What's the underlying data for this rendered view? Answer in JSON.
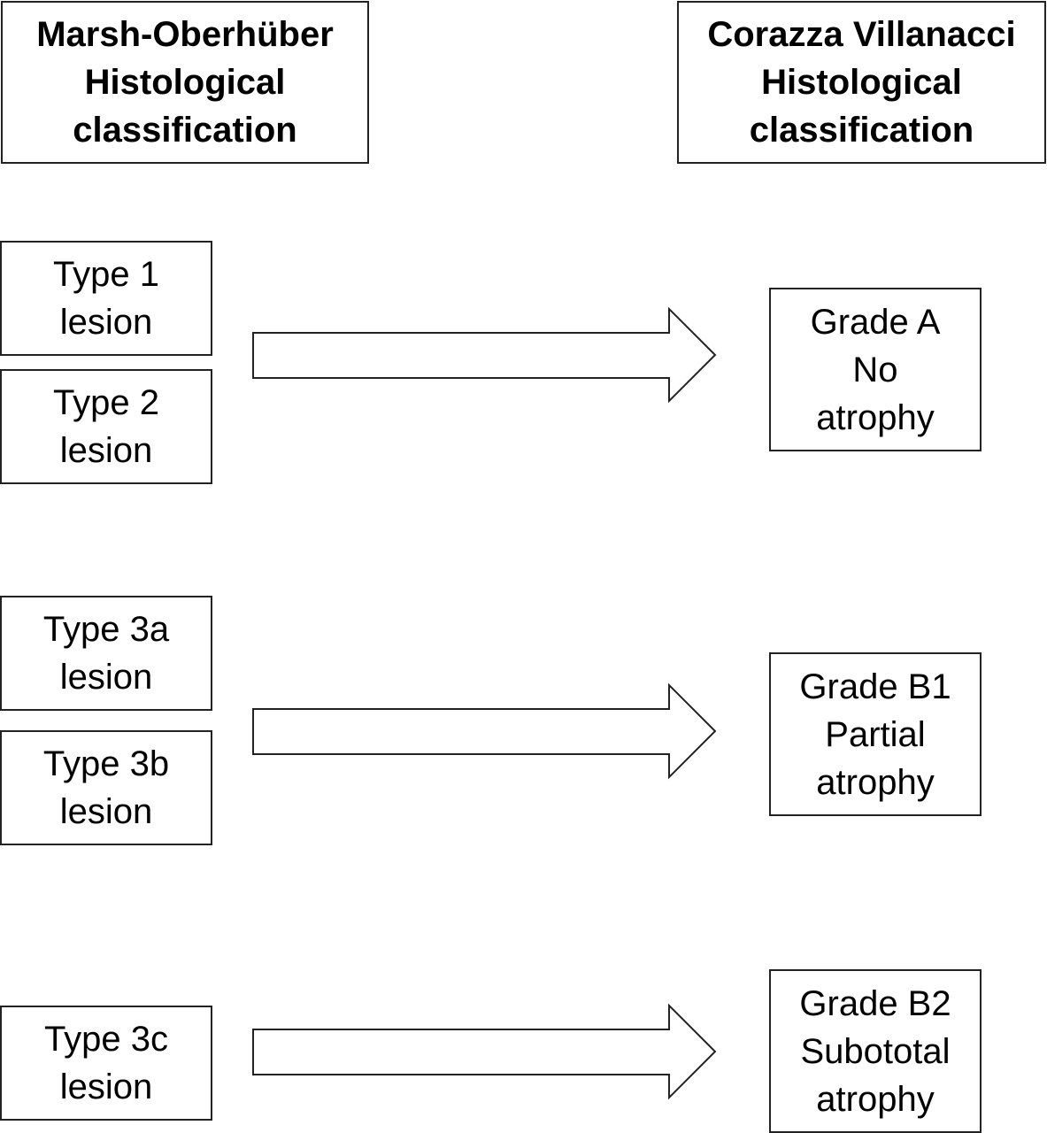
{
  "headers": {
    "left": [
      "Marsh-Oberhüber",
      "Histological",
      "classification"
    ],
    "right": [
      "Corazza Villanacci",
      "Histological",
      "classification"
    ]
  },
  "marsh_types": {
    "type1": [
      "Type 1",
      "lesion"
    ],
    "type2": [
      "Type 2",
      "lesion"
    ],
    "type3a": [
      "Type 3a",
      "lesion"
    ],
    "type3b": [
      "Type 3b",
      "lesion"
    ],
    "type3c": [
      "Type 3c",
      "lesion"
    ]
  },
  "corazza_grades": {
    "gradeA": [
      "Grade A",
      "No",
      "atrophy"
    ],
    "gradeB1": [
      "Grade B1",
      "Partial",
      "atrophy"
    ],
    "gradeB2": [
      "Grade B2",
      "Subototal",
      "atrophy"
    ]
  },
  "mappings": [
    {
      "from": [
        "Type 1 lesion",
        "Type 2 lesion"
      ],
      "to": "Grade A No atrophy"
    },
    {
      "from": [
        "Type 3a lesion",
        "Type 3b lesion"
      ],
      "to": "Grade B1 Partial atrophy"
    },
    {
      "from": [
        "Type 3c lesion"
      ],
      "to": "Grade B2 Subototal atrophy"
    }
  ]
}
